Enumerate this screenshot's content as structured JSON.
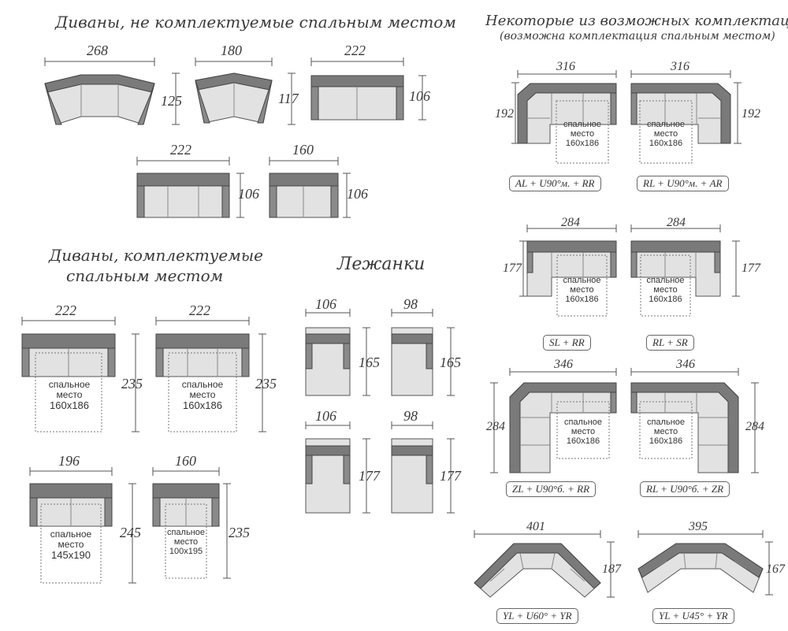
{
  "sections": {
    "no_bed_title": "Диваны, не комплектуемые спальным местом",
    "bed_title_line1": "Диваны, комплектуемые",
    "bed_title_line2": "спальным местом",
    "loungers_title": "Лежанки",
    "combos_title": "Некоторые из возможных комплектаций",
    "combos_subtitle": "(возможна комплектация спальным местом)"
  },
  "no_bed_sofas": {
    "s268": {
      "w": "268",
      "d": "125"
    },
    "s180": {
      "w": "180",
      "d": "117"
    },
    "s222": {
      "w": "222",
      "d": "106"
    },
    "s222b": {
      "w": "222",
      "d": "106"
    },
    "s160": {
      "w": "160",
      "d": "106"
    }
  },
  "bed_sofas": {
    "a": {
      "w": "222",
      "d": "235",
      "bed": [
        "спальное",
        "место",
        "160x186"
      ]
    },
    "b": {
      "w": "222",
      "d": "235",
      "bed": [
        "спальное",
        "место",
        "160x186"
      ]
    },
    "c": {
      "w": "196",
      "d": "245",
      "bed": [
        "спальное",
        "место",
        "145x190"
      ]
    },
    "e": {
      "w": "160",
      "d": "235",
      "bed": [
        "спальное",
        "место",
        "100x195"
      ]
    }
  },
  "loungers": {
    "l1": {
      "w": "106",
      "d": "165"
    },
    "l2": {
      "w": "98",
      "d": "165"
    },
    "l3": {
      "w": "106",
      "d": "177"
    },
    "l4": {
      "w": "98",
      "d": "177"
    }
  },
  "combos": {
    "c1": {
      "w": "316",
      "d": "192",
      "label": "AL + U90°м. + RR",
      "bed": [
        "спальное",
        "место",
        "160x186"
      ]
    },
    "c2": {
      "w": "316",
      "d": "192",
      "label": "RL + U90°м. + AR",
      "bed": [
        "спальное",
        "место",
        "160x186"
      ]
    },
    "c3": {
      "w": "284",
      "d": "177",
      "label": "SL + RR",
      "bed": [
        "спальное",
        "место",
        "160x186"
      ]
    },
    "c4": {
      "w": "284",
      "d": "177",
      "label": "RL + SR",
      "bed": [
        "спальное",
        "место",
        "160x186"
      ]
    },
    "c5": {
      "w": "346",
      "d": "284",
      "label": "ZL + U90°б. + RR",
      "bed": [
        "спальное",
        "место",
        "160x186"
      ]
    },
    "c6": {
      "w": "346",
      "d": "284",
      "label": "RL + U90°б. + ZR",
      "bed": [
        "спальное",
        "место",
        "160x186"
      ]
    },
    "c7": {
      "w": "401",
      "d": "187",
      "label": "YL + U60° + YR"
    },
    "c8": {
      "w": "395",
      "d": "167",
      "label": "YL + U45° + YR"
    }
  }
}
